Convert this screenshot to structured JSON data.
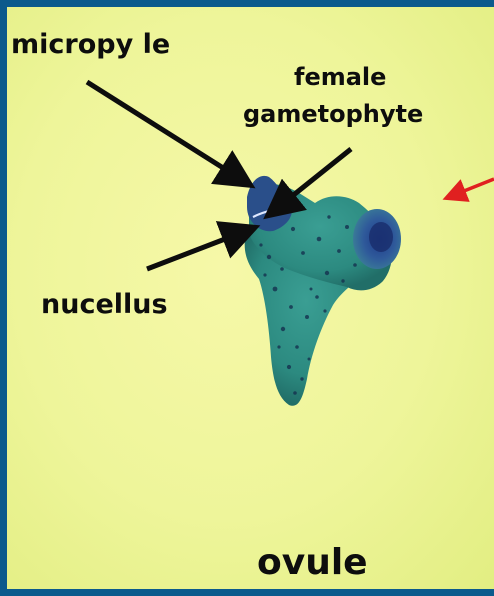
{
  "labels": {
    "micropyle": "micropy le",
    "female": "female",
    "gametophyte": "gametophyte",
    "nucellus": "nucellus",
    "ovule": "ovule"
  },
  "colors": {
    "frame": "#0b5a8c",
    "background": "#eef59a",
    "tissue": "#2f8f86",
    "stain": "#1e3a6e",
    "arrow_black": "#0d0d0d",
    "arrow_red": "#e02020"
  }
}
